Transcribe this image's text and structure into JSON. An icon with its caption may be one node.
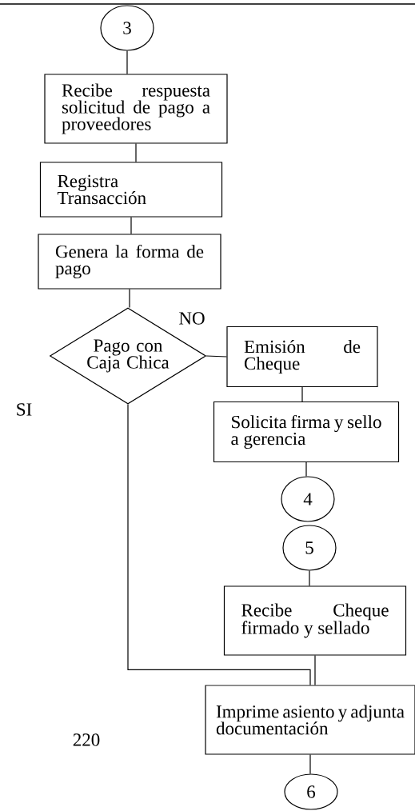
{
  "diagram": {
    "nodes": [
      {
        "text": [
          "3"
        ]
      },
      {
        "text": [
          "Recibe respuesta solicitud de pago a proveedores"
        ]
      },
      {
        "text": [
          "Registra Transacción"
        ]
      },
      {
        "text": [
          "Genera la forma de pago"
        ]
      },
      {
        "text": [
          "Pago con Caja Chica"
        ]
      },
      {
        "text": [
          "Emisión de Cheque"
        ]
      },
      {
        "text": [
          "Solicita firma y sello a gerencia"
        ]
      },
      {
        "text": [
          "4"
        ]
      },
      {
        "text": [
          "5"
        ]
      },
      {
        "text": [
          "Recibe Cheque firmado y sellado"
        ]
      },
      {
        "text": [
          "Imprime asiento y adjunta documentación"
        ]
      },
      {
        "text": [
          "6"
        ]
      }
    ],
    "edges": [
      {
        "from": 0,
        "to": 1,
        "arrow": "none"
      },
      {
        "from": 1,
        "to": 2,
        "arrow": "none"
      },
      {
        "from": 2,
        "to": 3,
        "arrow": "none"
      },
      {
        "from": 3,
        "to": 4,
        "arrow": "none"
      },
      {
        "from": 4,
        "to": 5,
        "arrow": "none",
        "label": "NO"
      },
      {
        "from": 5,
        "to": 6,
        "arrow": "none"
      },
      {
        "from": 6,
        "to": 7,
        "arrow": "none"
      },
      {
        "from": 8,
        "to": 9,
        "arrow": "none"
      },
      {
        "from": 9,
        "to": 10,
        "arrow": "none"
      },
      {
        "from": 4,
        "to": 10,
        "arrow": "none"
      },
      {
        "from": 10,
        "to": 11,
        "arrow": "none"
      }
    ],
    "labels": [
      "SI",
      "220"
    ]
  }
}
